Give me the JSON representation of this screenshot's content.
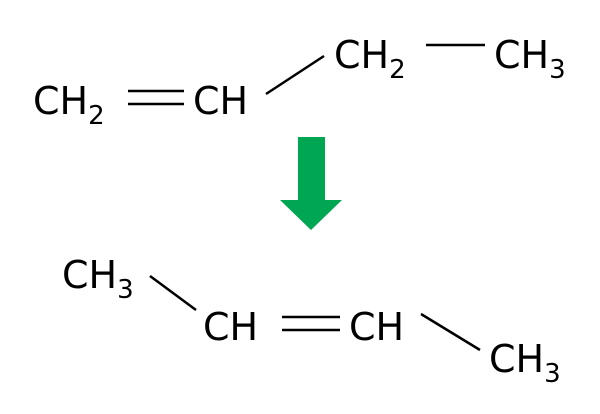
{
  "reactant": {
    "groups": [
      {
        "main": "CH",
        "sub": "2"
      },
      {
        "main": "CH",
        "sub": ""
      },
      {
        "main": "CH",
        "sub": "2"
      },
      {
        "main": "CH",
        "sub": "3"
      }
    ],
    "bonds": [
      "double",
      "single",
      "single"
    ]
  },
  "arrow": {
    "direction": "down",
    "color": "#00a651"
  },
  "product": {
    "groups": [
      {
        "main": "CH",
        "sub": "3"
      },
      {
        "main": "CH",
        "sub": ""
      },
      {
        "main": "CH",
        "sub": ""
      },
      {
        "main": "CH",
        "sub": "3"
      }
    ],
    "bonds": [
      "single",
      "double",
      "single"
    ]
  }
}
